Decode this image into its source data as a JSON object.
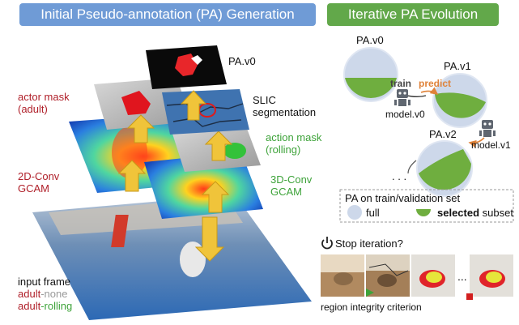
{
  "left_panel": {
    "title": "Initial Pseudo-annotation (PA) Generation",
    "title_color": "#6f9bd6",
    "pa_v0": "PA.v0",
    "actor_mask": [
      "actor mask",
      "(adult)"
    ],
    "slic": [
      "SLIC",
      "segmentation"
    ],
    "action_mask": [
      "action mask",
      "(rolling)"
    ],
    "conv2d": [
      "2D-Conv",
      "GCAM"
    ],
    "conv3d": [
      "3D-Conv",
      "GCAM"
    ],
    "input_frame": "input frame",
    "adult_a": "adult",
    "none_suffix": "-none",
    "adult_b": "adult",
    "rolling_suffix": "-rolling"
  },
  "right_panel": {
    "title": "Iterative PA Evolution",
    "title_color": "#62a84a",
    "pa_v0": "PA.v0",
    "pa_v1": "PA.v1",
    "pa_v2": "PA.v2",
    "train": "train",
    "predict": "predict",
    "model_v0": "model.v0",
    "model_v1": "model.v1",
    "ellipsis": ". . .",
    "legend_title": "PA on train/validation set",
    "legend_full": "full",
    "legend_selected": "selected",
    "legend_subset": "subset",
    "stop_text": "Stop iteration?",
    "thumb_ellipsis": "...",
    "criterion": "region integrity criterion",
    "colors": {
      "circle_fill": "#cdd8ea",
      "green_fill": "#6fae3f",
      "predict": "#e0833a"
    }
  }
}
